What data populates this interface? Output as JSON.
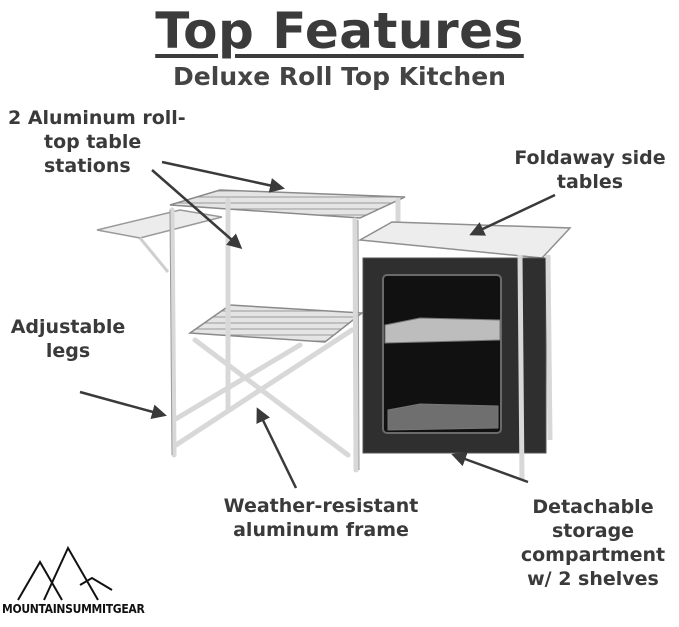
{
  "heading": {
    "title": "Top Features",
    "subtitle": "Deluxe Roll Top Kitchen"
  },
  "callouts": {
    "roll_top_line1": "2 Aluminum roll-",
    "roll_top_line2": "top table",
    "roll_top_line3": "stations",
    "side_tables_line1": "Foldaway side",
    "side_tables_line2": "tables",
    "legs_line1": "Adjustable",
    "legs_line2": "legs",
    "frame_line1": "Weather-resistant",
    "frame_line2": "aluminum frame",
    "storage_line1": "Detachable",
    "storage_line2": "storage",
    "storage_line3": "compartment",
    "storage_line4": "w/ 2 shelves"
  },
  "brand": {
    "name": "MOUNTAINSUMMITGEAR"
  },
  "colors": {
    "text": "#3a3a3a",
    "frame": "#e6e6e6",
    "cabinet": "#2f2f2f"
  }
}
